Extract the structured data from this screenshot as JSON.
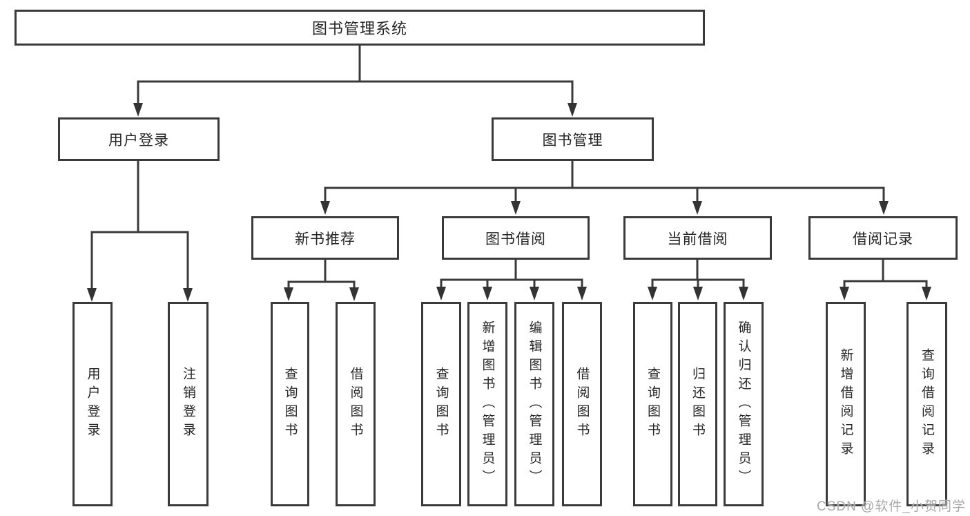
{
  "tree": {
    "root": {
      "label": "图书管理系统",
      "children": [
        {
          "label": "用户登录",
          "children": [
            {
              "label": "用户登录"
            },
            {
              "label": "注销登录"
            }
          ]
        },
        {
          "label": "图书管理",
          "children": [
            {
              "label": "新书推荐",
              "children": [
                {
                  "label": "查询图书"
                },
                {
                  "label": "借阅图书"
                }
              ]
            },
            {
              "label": "图书借阅",
              "children": [
                {
                  "label": "查询图书"
                },
                {
                  "label": "新增图书（管理员）"
                },
                {
                  "label": "编辑图书（管理员）"
                },
                {
                  "label": "借阅图书"
                }
              ]
            },
            {
              "label": "当前借阅",
              "children": [
                {
                  "label": "查询图书"
                },
                {
                  "label": "归还图书"
                },
                {
                  "label": "确认归还（管理员）"
                }
              ]
            },
            {
              "label": "借阅记录",
              "children": [
                {
                  "label": "新增借阅记录"
                },
                {
                  "label": "查询借阅记录"
                }
              ]
            }
          ]
        }
      ]
    }
  },
  "watermark": "CSDN @软件_小贺同学",
  "colors": {
    "line": "#3a3a3a",
    "box_border": "#3a3a3a",
    "text": "#262626",
    "watermark": "#a9a9a9",
    "background": "#ffffff"
  }
}
